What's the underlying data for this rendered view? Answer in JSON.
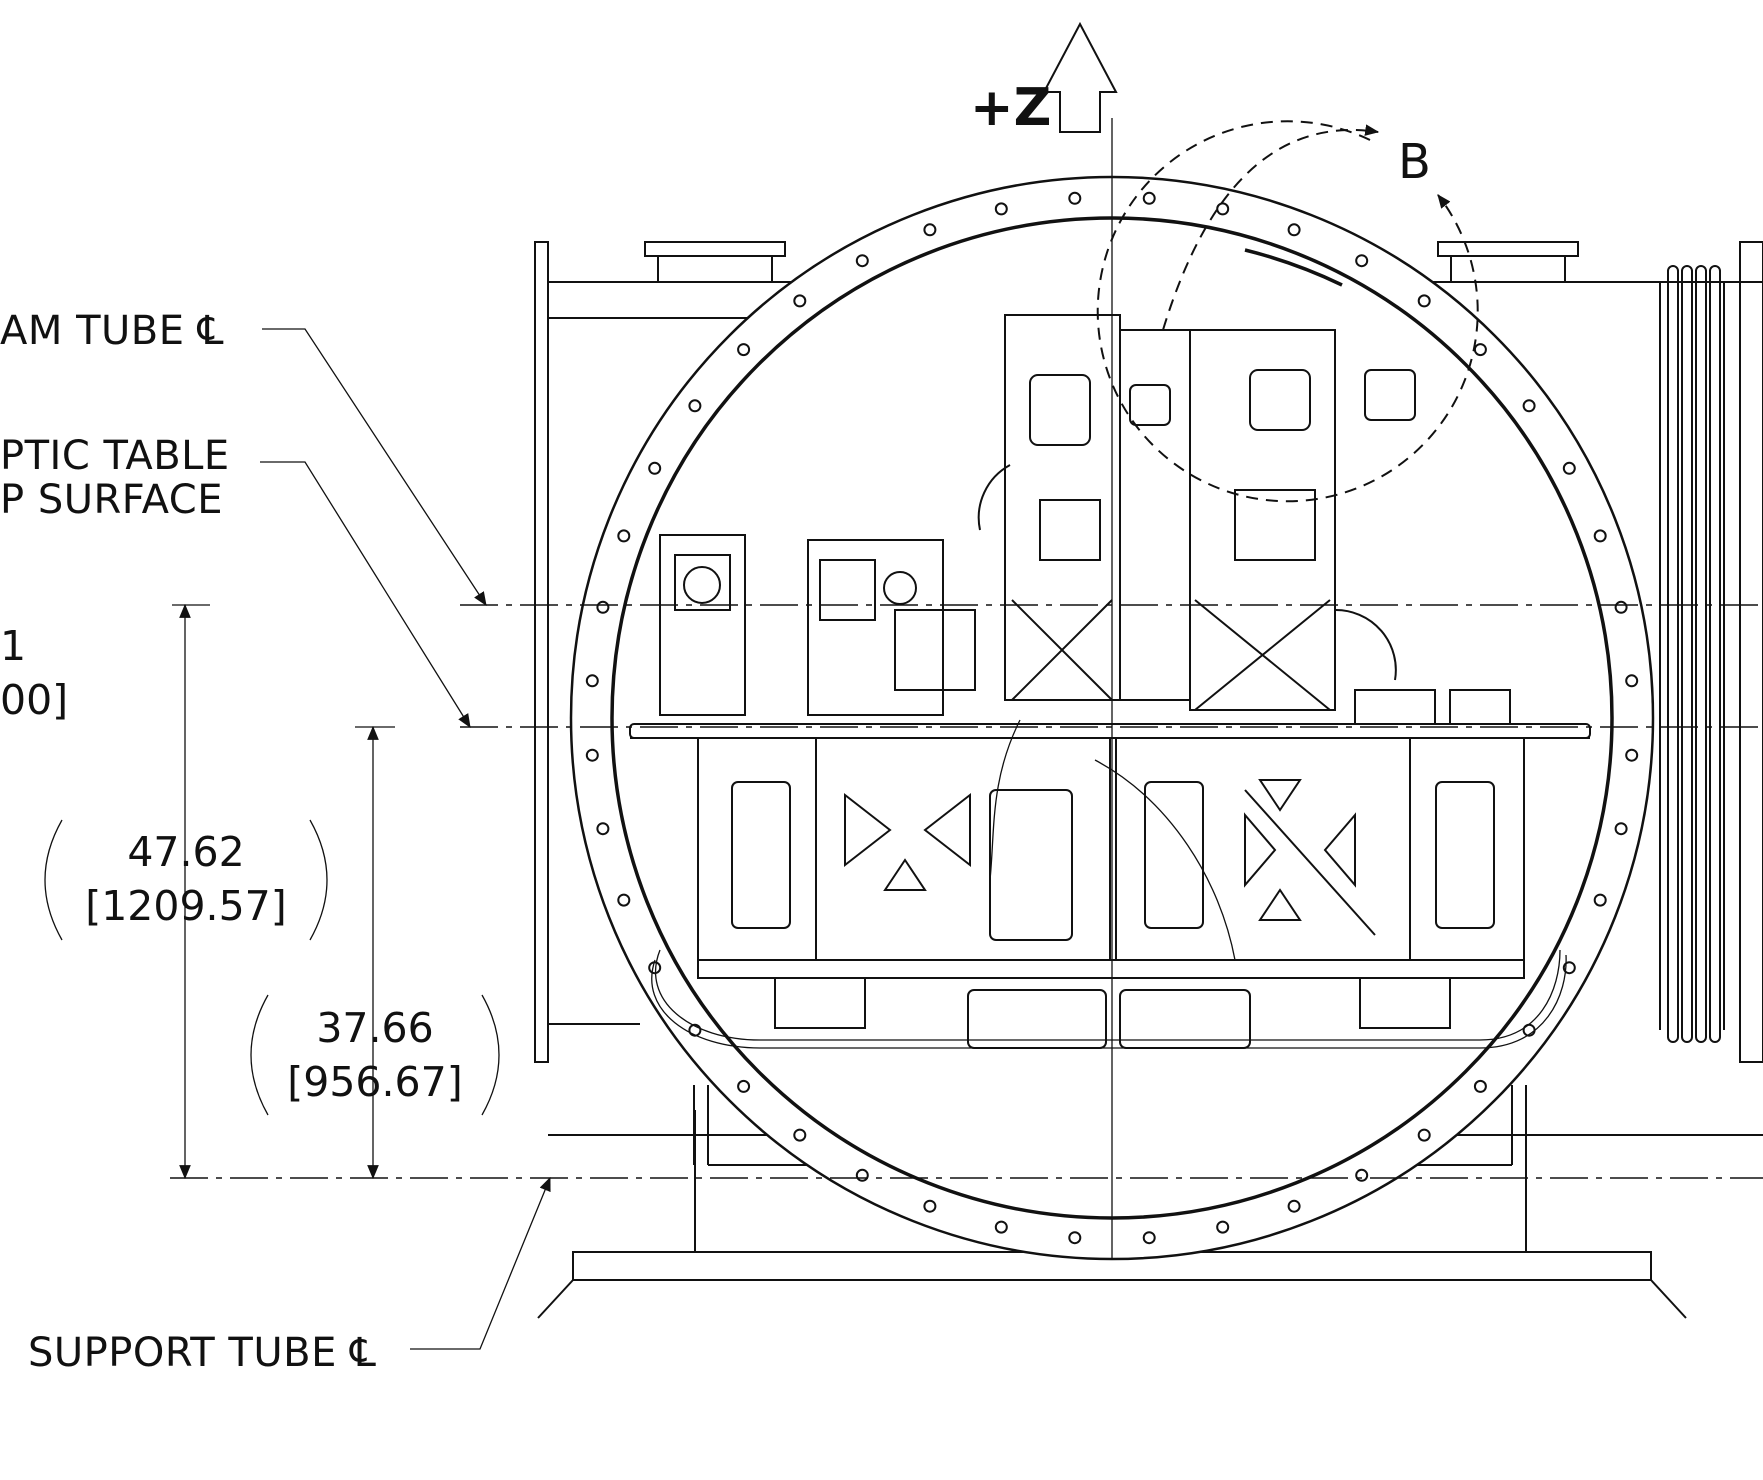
{
  "labels": {
    "beam_tube": "AM TUBE ℄",
    "optic_table_line1": "PTIC TABLE",
    "optic_table_line2": "P SURFACE",
    "dim_partial_top": "1",
    "dim_partial_bottom": "00]",
    "support_tube": "SUPPORT TUBE ℄",
    "axis": "+Z",
    "view_marker": "B"
  },
  "dimensions": {
    "beam_to_support": {
      "inch": "47.62",
      "mm": "[1209.57]"
    },
    "table_to_support": {
      "inch": "37.66",
      "mm": "[956.67]"
    }
  }
}
